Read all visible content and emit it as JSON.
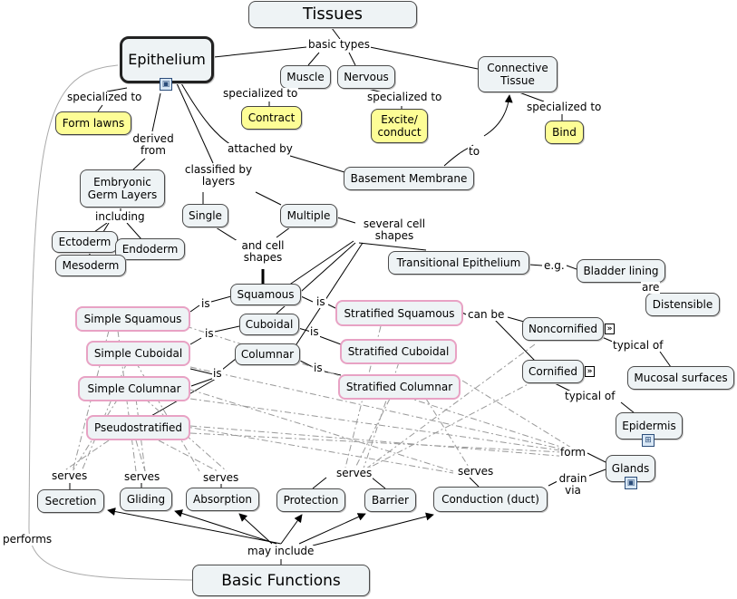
{
  "nodes": {
    "tissues": "Tissues",
    "epithelium": "Epithelium",
    "muscle": "Muscle",
    "nervous": "Nervous",
    "connective": "Connective Tissue",
    "form_lawns": "Form lawns",
    "contract": "Contract",
    "excite": "Excite/ conduct",
    "bind": "Bind",
    "embryonic": "Embryonic Germ Layers",
    "ectoderm": "Ectoderm",
    "endoderm": "Endoderm",
    "mesoderm": "Mesoderm",
    "basement": "Basement Membrane",
    "single": "Single",
    "multiple": "Multiple",
    "transitional": "Transitional Epithelium",
    "bladder": "Bladder lining",
    "distensible": "Distensible",
    "squamous": "Squamous",
    "cuboidal": "Cuboidal",
    "columnar": "Columnar",
    "simple_squamous": "Simple Squamous",
    "simple_cuboidal": "Simple Cuboidal",
    "simple_columnar": "Simple Columnar",
    "pseudostratified": "Pseudostratified",
    "strat_squamous": "Stratified Squamous",
    "strat_cuboidal": "Stratified Cuboidal",
    "strat_columnar": "Stratified Columnar",
    "noncornified": "Noncornified",
    "cornified": "Cornified",
    "mucosal": "Mucosal surfaces",
    "epidermis": "Epidermis",
    "glands": "Glands",
    "secretion": "Secretion",
    "gliding": "Gliding",
    "absorption": "Absorption",
    "protection": "Protection",
    "barrier": "Barrier",
    "conduction": "Conduction (duct)",
    "basic_functions": "Basic Functions"
  },
  "links": {
    "basic_types": "basic types",
    "specialized_to_1": "specialized to",
    "specialized_to_2": "specialized to",
    "specialized_to_3": "specialized to",
    "specialized_to_4": "specialized to",
    "derived_from": "derived from",
    "including": "including",
    "attached_by": "attached by",
    "to": "to",
    "classified_by_layers": "classified by layers",
    "and_cell_shapes": "and cell shapes",
    "several_cell_shapes": "several cell shapes",
    "eg": "e.g.",
    "are": "are",
    "is_1": "is",
    "is_2": "is",
    "is_3": "is",
    "is_4": "is",
    "is_5": "is",
    "is_6": "is",
    "can_be": "can be",
    "typical_of_1": "typical of",
    "typical_of_2": "typical of",
    "form": "form",
    "drain_via": "drain via",
    "serves_1": "serves",
    "serves_2": "serves",
    "serves_3": "serves",
    "serves_4": "serves",
    "serves_5": "serves",
    "may_include": "may include",
    "performs": "performs"
  },
  "icons": {
    "image": "image-icon",
    "hierarchy": "hierarchy-icon",
    "expand": "expand-icon"
  }
}
